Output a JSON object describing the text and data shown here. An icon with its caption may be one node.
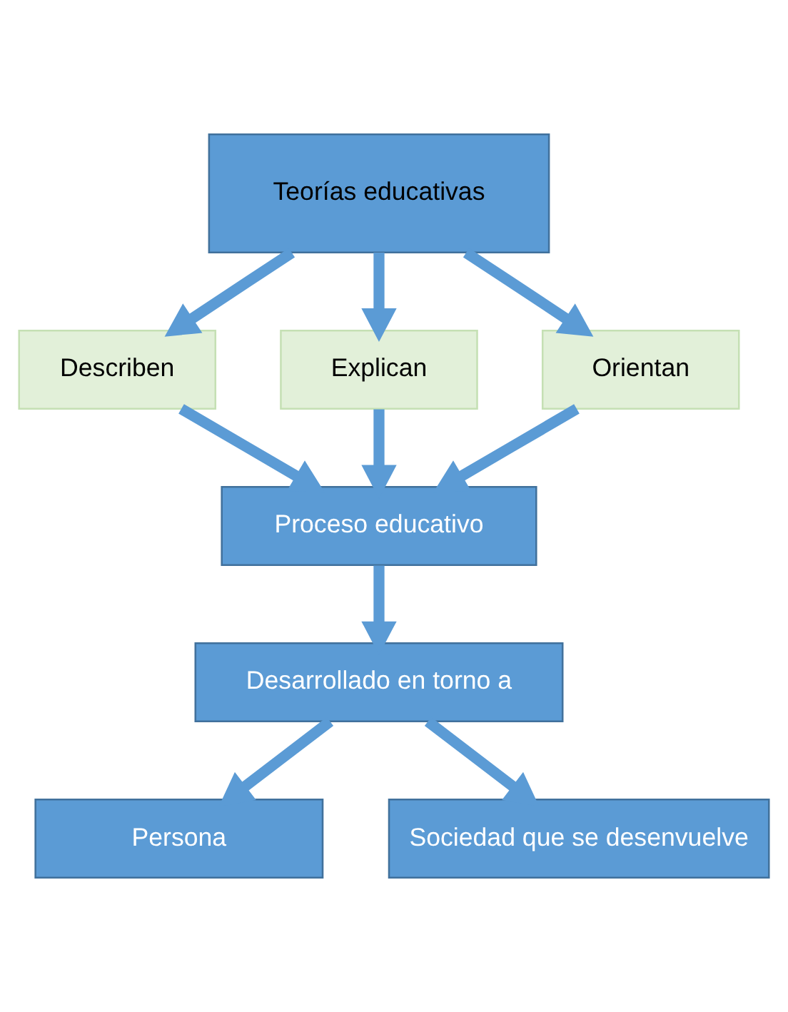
{
  "diagram": {
    "nodes": [
      {
        "text": [
          "Teorías educativas"
        ]
      },
      {
        "text": [
          "Describen"
        ]
      },
      {
        "text": [
          "Explican"
        ]
      },
      {
        "text": [
          "Orientan"
        ]
      },
      {
        "text": [
          "Proceso educativo"
        ]
      },
      {
        "text": [
          "Desarrollado en torno a"
        ]
      },
      {
        "text": [
          "Persona"
        ]
      },
      {
        "text": [
          "Sociedad que se desenvuelve"
        ]
      }
    ],
    "edges": [
      {
        "from": 0,
        "to": 1,
        "arrow": "to"
      },
      {
        "from": 0,
        "to": 2,
        "arrow": "to"
      },
      {
        "from": 0,
        "to": 3,
        "arrow": "to"
      },
      {
        "from": 1,
        "to": 4,
        "arrow": "to"
      },
      {
        "from": 2,
        "to": 4,
        "arrow": "to"
      },
      {
        "from": 3,
        "to": 4,
        "arrow": "to"
      },
      {
        "from": 4,
        "to": 5,
        "arrow": "to"
      },
      {
        "from": 5,
        "to": 6,
        "arrow": "to"
      },
      {
        "from": 5,
        "to": 7,
        "arrow": "to"
      }
    ]
  }
}
